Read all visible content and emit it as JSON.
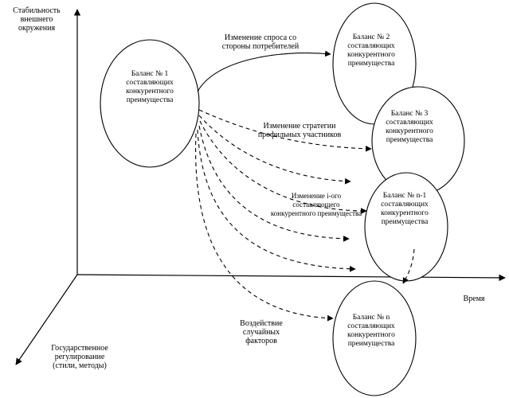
{
  "axes": {
    "y_label": [
      "Стабильность",
      "внешнего",
      "окружения"
    ],
    "x_label": "Время",
    "z_label": [
      "Государственное",
      "регулирование",
      "(стили, методы)"
    ]
  },
  "nodes": [
    {
      "id": "balance-1",
      "lines": [
        "Баланс  №   1",
        "составляющих",
        "конкурентного",
        "преимущества"
      ]
    },
    {
      "id": "balance-2",
      "lines": [
        "Баланс  №   2",
        "составляющих",
        "конкурентного",
        "преимущества"
      ]
    },
    {
      "id": "balance-3",
      "lines": [
        "Баланс  №   3",
        "составляющих",
        "конкурентного",
        "преимущества"
      ]
    },
    {
      "id": "balance-n-1",
      "lines": [
        "Баланс  №   n-1",
        "составляющих",
        "конкурентного",
        "преимущества"
      ]
    },
    {
      "id": "balance-n",
      "lines": [
        "Баланс  №   n",
        "составляющих",
        "конкурентного",
        "преимущества"
      ]
    }
  ],
  "edges": {
    "demand_change": [
      "Изменение спроса со",
      "стороны потребителей"
    ],
    "strategy_change": [
      "Изменение стратегии",
      "профильных участников"
    ],
    "component_change": [
      "Изменение i-ого",
      "составляющего",
      "конкурентного преимущества"
    ],
    "random_factors": [
      "Воздействие",
      "случайных",
      "факторов"
    ]
  },
  "colors": {
    "stroke": "#000000",
    "background": "#ffffff"
  }
}
